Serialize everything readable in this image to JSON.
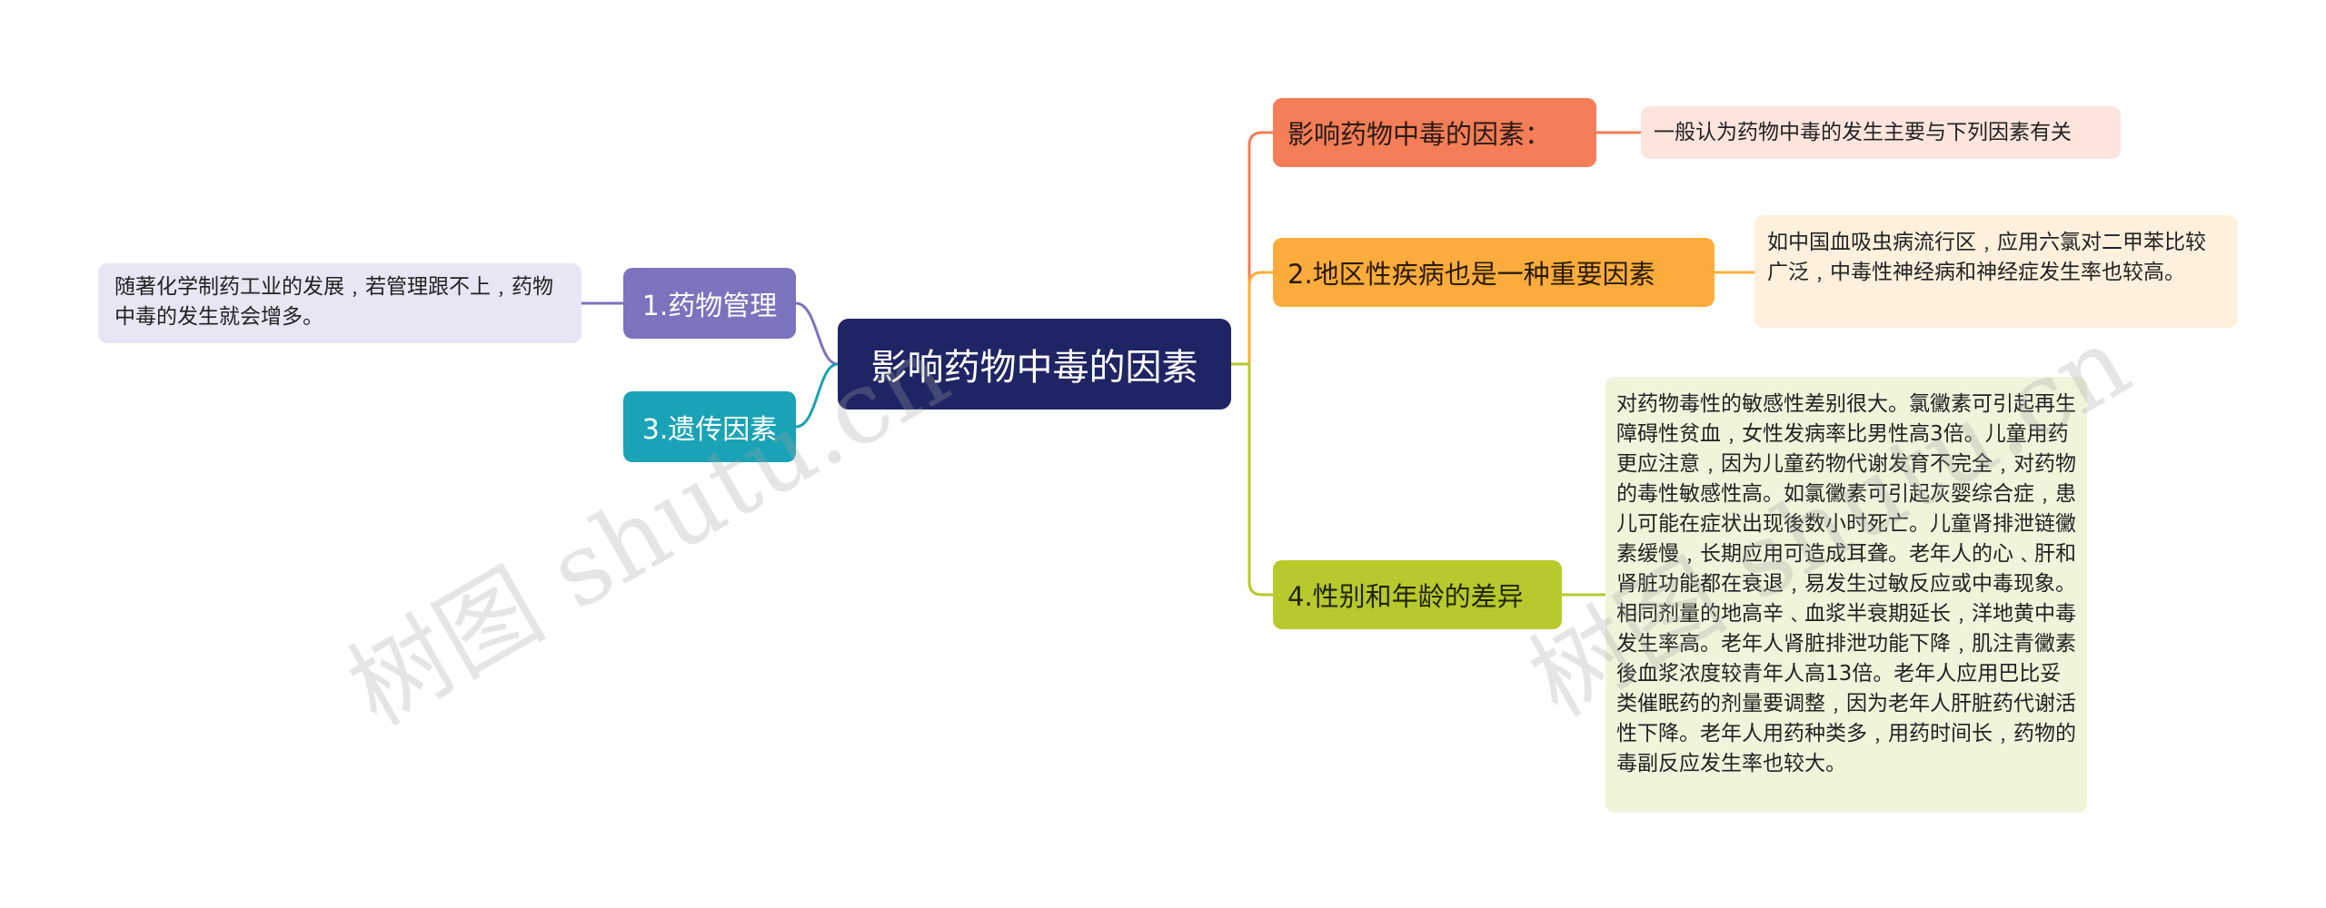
{
  "mindmap": {
    "root": {
      "label": "影响药物中毒的因素"
    },
    "left_branches": [
      {
        "label": "1.药物管理",
        "note": "随著化学制药工业的发展﹐若管理跟不上﹐药物中毒的发生就会增多。"
      },
      {
        "label": "3.遗传因素"
      }
    ],
    "right_branches": [
      {
        "label": "影响药物中毒的因素：",
        "note": "一般认为药物中毒的发生主要与下列因素有关"
      },
      {
        "label": "2.地区性疾病也是一种重要因素",
        "note": "如中国血吸虫病流行区﹐应用六氯对二甲苯比较广泛﹐中毒性神经病和神经症发生率也较高。"
      },
      {
        "label": "4.性别和年龄的差异",
        "note": "对药物毒性的敏感性差别很大。氯黴素可引起再生障碍性贫血﹐女性发病率比男性高3倍。儿童用药更应注意﹐因为儿童药物代谢发育不完全﹐对药物的毒性敏感性高。如氯黴素可引起灰婴综合症﹐患儿可能在症状出现後数小时死亡。儿童肾排泄链黴素缓慢﹐长期应用可造成耳聋。老年人的心﹑肝和肾脏功能都在衰退﹐易发生过敏反应或中毒现象。相同剂量的地高辛﹑血浆半衰期延长﹐洋地黄中毒发生率高。老年人肾脏排泄功能下降﹐肌注青黴素後血浆浓度较青年人高13倍。老年人应用巴比妥类催眠药的剂量要调整﹐因为老年人肝脏药代谢活性下降。老年人用药种类多﹐用药时间长﹐药物的毒副反应发生率也较大。"
      }
    ]
  },
  "colors": {
    "root": "#1f2464",
    "branch_1": "#7b73be",
    "branch_3": "#1aa3b6",
    "branch_r1": "#f37e57",
    "branch_r2": "#fbac3c",
    "branch_r4": "#b7c92c"
  },
  "watermark": {
    "text_left": "树图 shutu.cn",
    "text_right": "树图 shutu.cn"
  }
}
